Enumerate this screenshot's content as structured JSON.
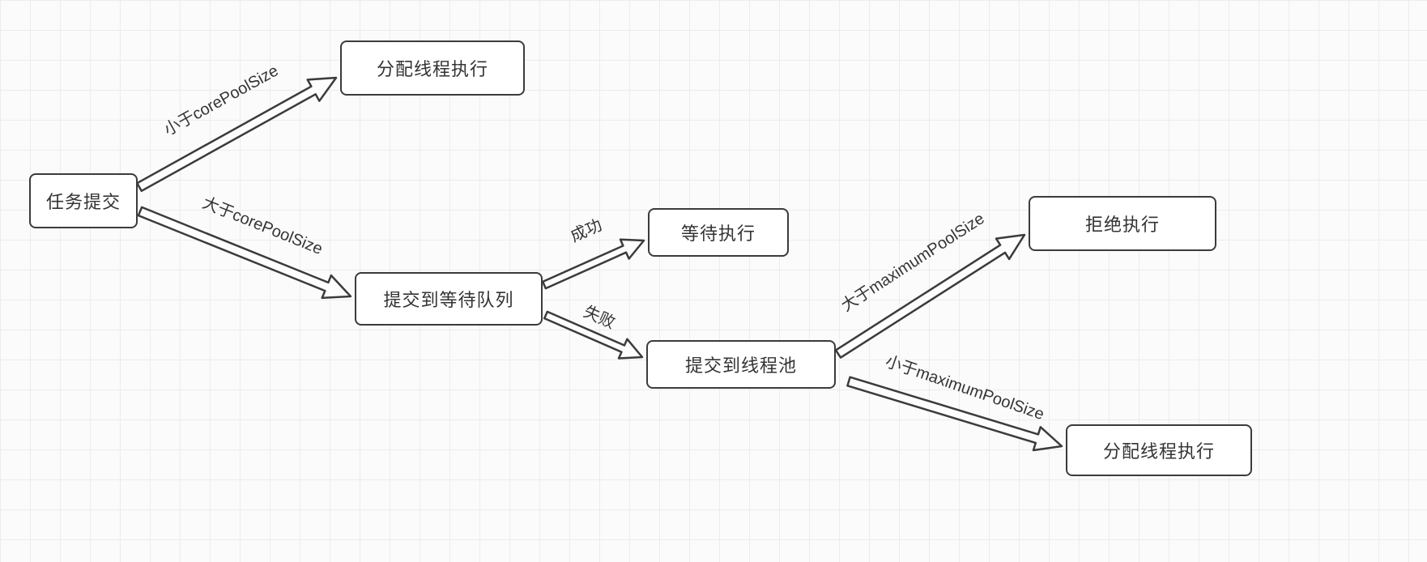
{
  "diagram": {
    "nodes": [
      {
        "id": "task-submit",
        "label": "任务提交"
      },
      {
        "id": "assign-thread-top",
        "label": "分配线程执行"
      },
      {
        "id": "submit-wait-queue",
        "label": "提交到等待队列"
      },
      {
        "id": "wait-execute",
        "label": "等待执行"
      },
      {
        "id": "submit-thread-pool",
        "label": "提交到线程池"
      },
      {
        "id": "reject-execute",
        "label": "拒绝执行"
      },
      {
        "id": "assign-thread-bottom",
        "label": "分配线程执行"
      }
    ],
    "edges": [
      {
        "from": "task-submit",
        "to": "assign-thread-top",
        "label": "小于corePoolSize"
      },
      {
        "from": "task-submit",
        "to": "submit-wait-queue",
        "label": "大于corePoolSize"
      },
      {
        "from": "submit-wait-queue",
        "to": "wait-execute",
        "label": "成功"
      },
      {
        "from": "submit-wait-queue",
        "to": "submit-thread-pool",
        "label": "失败"
      },
      {
        "from": "submit-thread-pool",
        "to": "reject-execute",
        "label": "大于maximumPoolSize"
      },
      {
        "from": "submit-thread-pool",
        "to": "assign-thread-bottom",
        "label": "小于maximumPoolSize"
      }
    ]
  },
  "colors": {
    "stroke": "#3b3b3b",
    "node_fill": "#ffffff",
    "arrow_fill": "#fdfdfd",
    "grid_line": "#ececec",
    "background": "#fbfbfb",
    "text": "#333333"
  }
}
